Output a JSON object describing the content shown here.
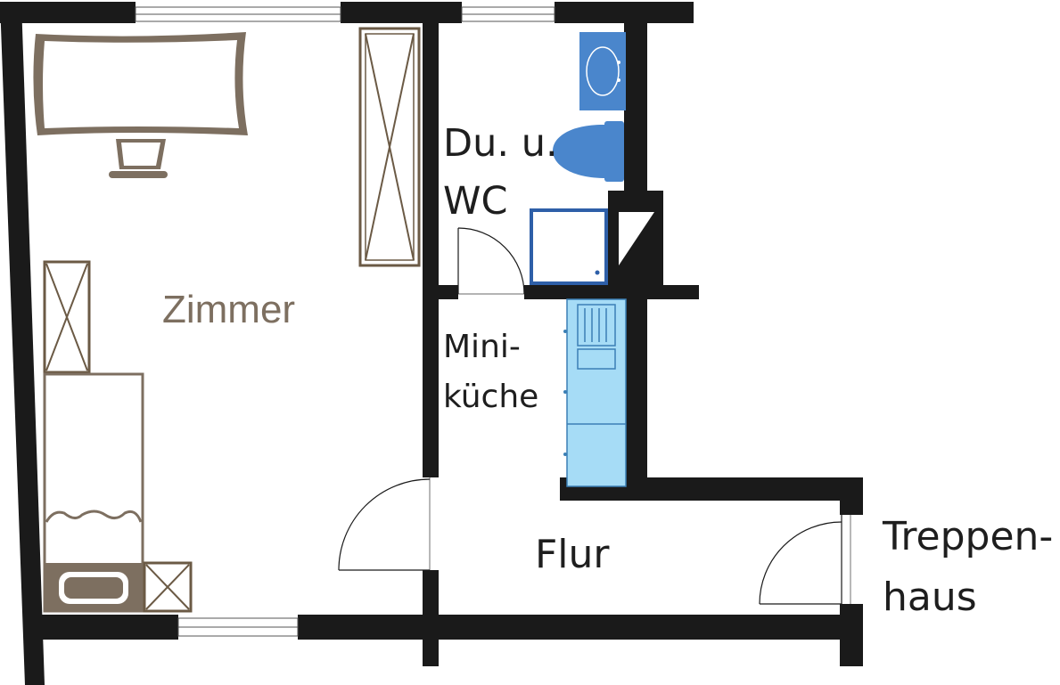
{
  "rooms": {
    "zimmer": "Zimmer",
    "bad_line1": "Du. u.",
    "bad_line2": "WC",
    "kueche_line1": "Mini-",
    "kueche_line2": "küche",
    "flur": "Flur",
    "treppenhaus_line1": "Treppen-",
    "treppenhaus_line2": "haus"
  },
  "colors": {
    "wall": "#1a1a1a",
    "furniture_brown": "#7d6f60",
    "furniture_dark": "#6b5a45",
    "bath_blue": "#4a86cc",
    "kitchen_blue": "#a6dcf6",
    "kitchen_outline": "#3b7fb5",
    "label_text": "#1e1e1e",
    "zimmer_label": "#7d6f60"
  }
}
